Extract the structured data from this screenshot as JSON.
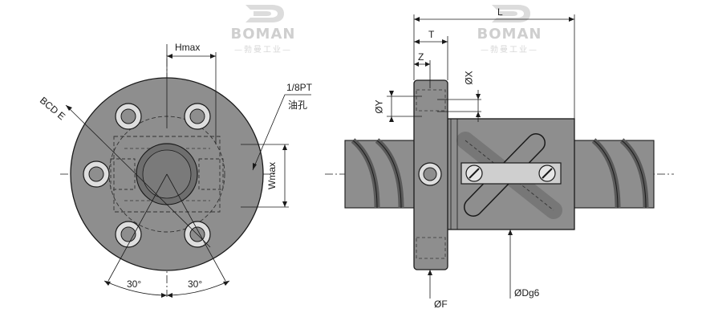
{
  "watermark": {
    "brand": "BOMAN",
    "subtitle": "—勃曼工业—"
  },
  "front_view": {
    "hmax_label": "Hmax",
    "bcd_label": "BCD E",
    "pt_label": "1/8PT",
    "oil_hole_label": "油孔",
    "wmax_label": "Wmax",
    "angle_left": "30°",
    "angle_right": "30°"
  },
  "side_view": {
    "l_label": "L",
    "t_label": "T",
    "z_label": "Z",
    "x_label": "ØX",
    "y_label": "ØY",
    "f_label": "ØF",
    "dg6_label": "ØDg6"
  },
  "colors": {
    "part_fill": "#8e8e8e",
    "part_dark": "#5a5a5a",
    "line": "#1a1a1a",
    "watermark": "#cfcfcf"
  }
}
